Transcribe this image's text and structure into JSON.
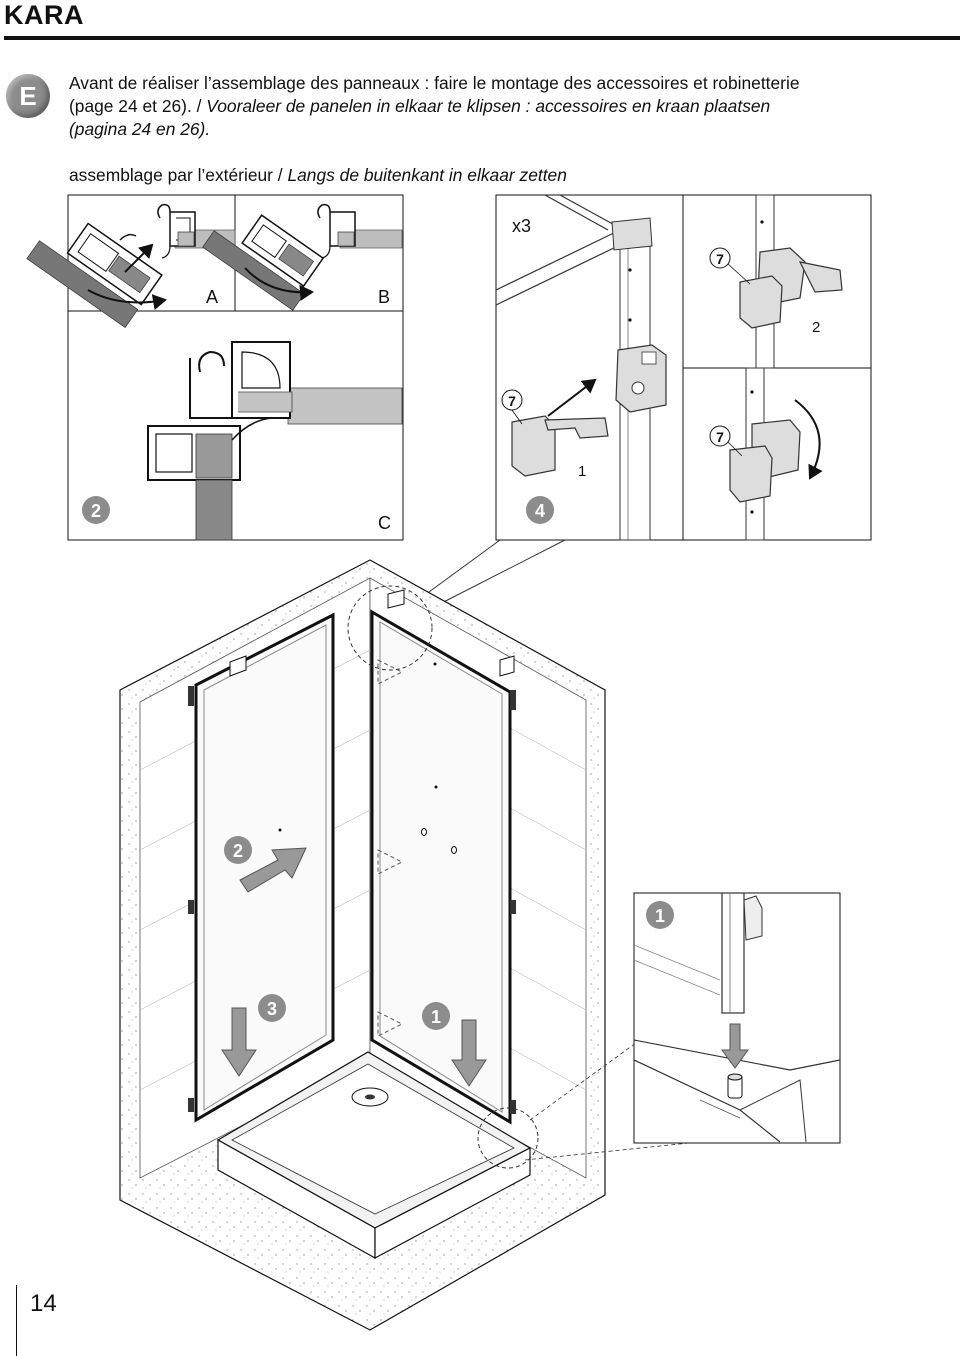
{
  "header": {
    "brand": "KARA"
  },
  "language_badge": "E",
  "instructions": {
    "line1": "Avant de réaliser l’assemblage des panneaux : faire le montage des accessoires et robinetterie",
    "line2_fr": "(page 24 et 26). / ",
    "line2_nl": "Vooraleer de panelen in elkaar te klipsen : accessoires en kraan plaatsen",
    "line3_nl": "(pagina 24 en 26).",
    "subtitle_fr": "assemblage par l’extérieur / ",
    "subtitle_nl": "Langs de buitenkant in elkaar zetten"
  },
  "panel2": {
    "step": "2",
    "label_a": "A",
    "label_b": "B",
    "label_c": "C"
  },
  "panel4": {
    "step": "4",
    "count": "x3",
    "part_7a": "7",
    "part_7b": "7",
    "part_7c": "7",
    "step_1": "1",
    "step_2": "2"
  },
  "main": {
    "step_2": "2",
    "step_3": "3",
    "step_1": "1",
    "detail_step": "1"
  },
  "footer": {
    "page_number": "14"
  }
}
